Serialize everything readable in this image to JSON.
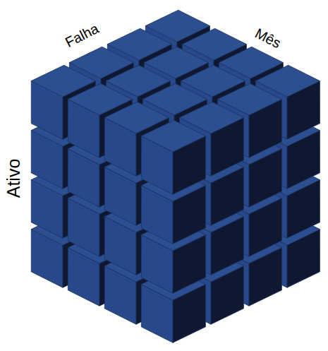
{
  "diagram": {
    "labels": [
      "Falha",
      "Mês",
      "Ativo"
    ]
  }
}
